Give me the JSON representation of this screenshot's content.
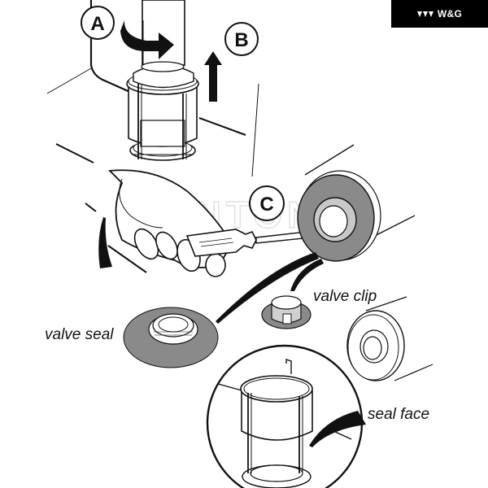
{
  "brand": {
    "name": "W&G",
    "icon": "triple-chevron-logo"
  },
  "watermark": "FANTONIZ",
  "callouts": [
    {
      "id": "A",
      "meaning": "rotate"
    },
    {
      "id": "B",
      "meaning": "lift"
    },
    {
      "id": "C",
      "meaning": "pry"
    }
  ],
  "labels": {
    "valve_seal": "valve seal",
    "valve_clip": "valve clip",
    "seal_face": "seal face"
  },
  "colors": {
    "ink": "#111111",
    "seal_gray": "#8a8a8a",
    "brand_bg": "#000000",
    "brand_fg": "#ffffff"
  }
}
